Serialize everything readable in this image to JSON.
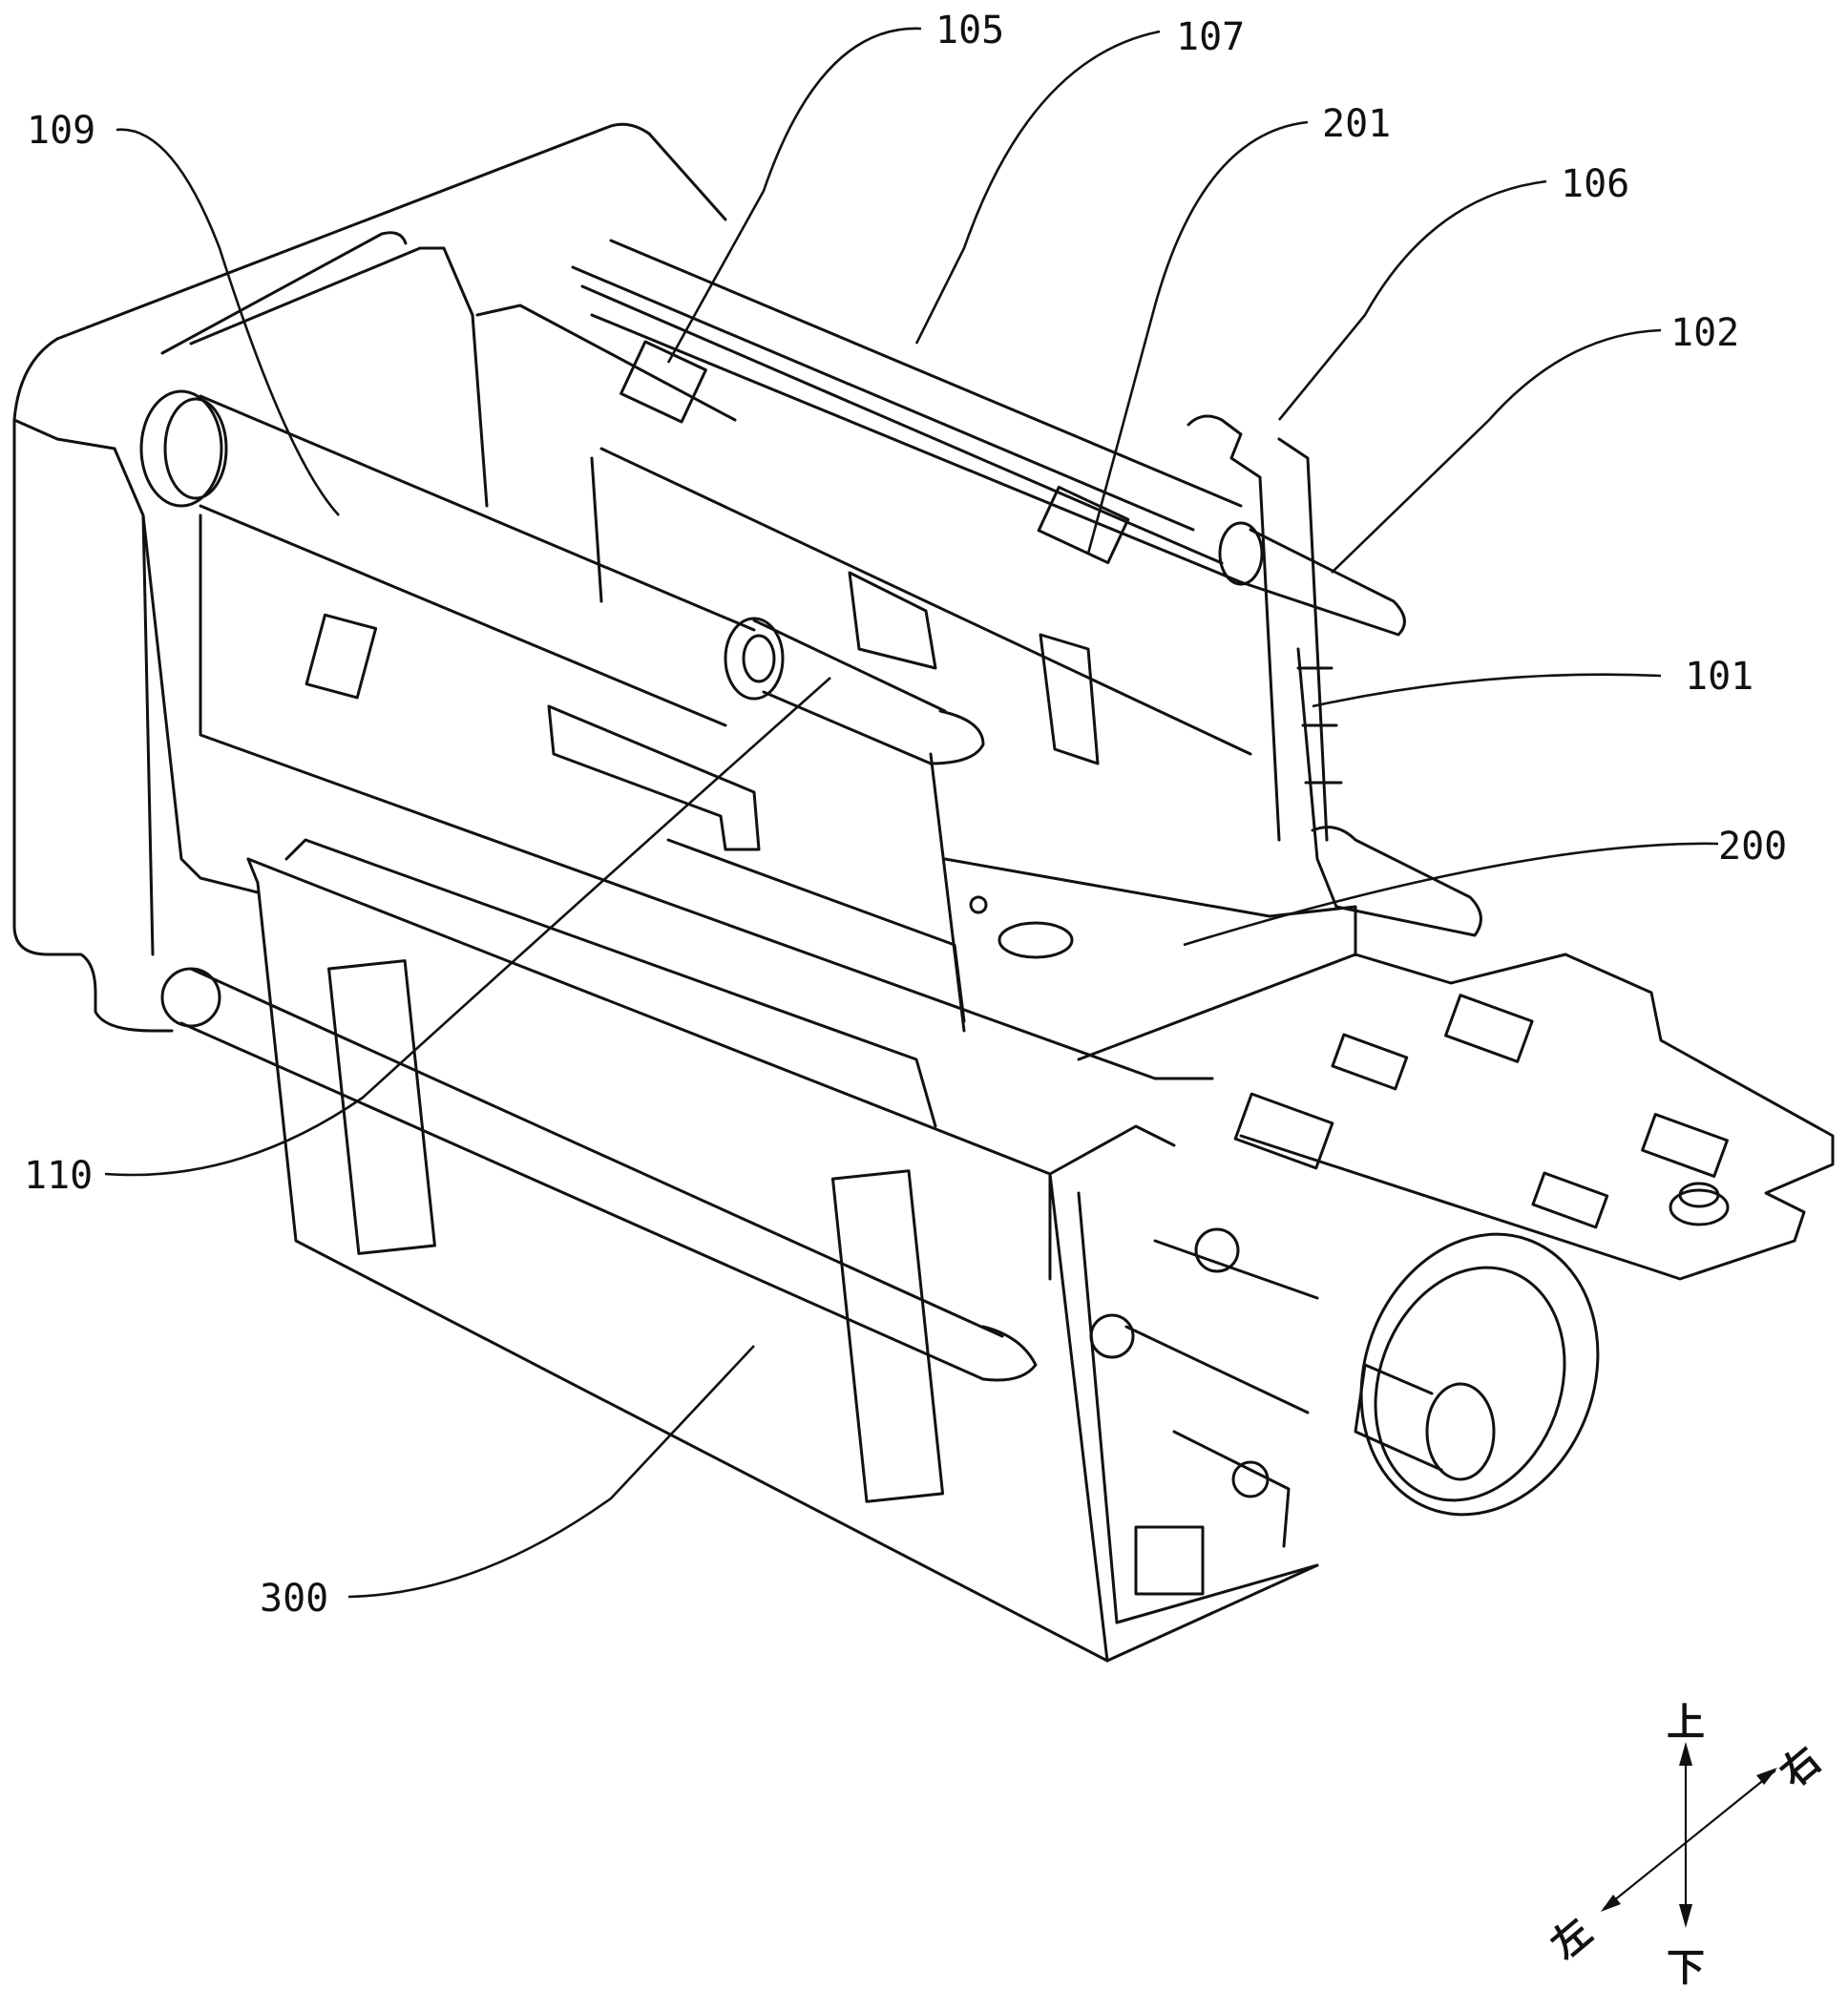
{
  "figure": {
    "type": "patent-perspective-line-drawing",
    "reference_labels": [
      {
        "id": "109",
        "text": "109"
      },
      {
        "id": "105",
        "text": "105"
      },
      {
        "id": "107",
        "text": "107"
      },
      {
        "id": "201",
        "text": "201"
      },
      {
        "id": "106",
        "text": "106"
      },
      {
        "id": "102",
        "text": "102"
      },
      {
        "id": "101",
        "text": "101"
      },
      {
        "id": "200",
        "text": "200"
      },
      {
        "id": "110",
        "text": "110"
      },
      {
        "id": "300",
        "text": "300"
      }
    ],
    "direction_indicator": {
      "up": "上",
      "down": "下",
      "left": "左",
      "right": "右"
    }
  }
}
